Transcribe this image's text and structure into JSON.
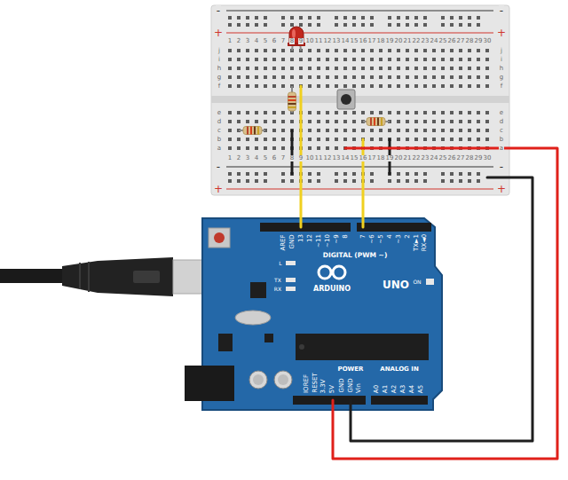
{
  "diagram": {
    "labels": [
      "-",
      "+",
      "-",
      "+",
      "1",
      "2",
      "3",
      "4",
      "5",
      "6",
      "7",
      "8",
      "9",
      "10",
      "11",
      "12",
      "13",
      "14",
      "15",
      "16",
      "17",
      "18",
      "19",
      "20",
      "21",
      "22",
      "23",
      "24",
      "25",
      "26",
      "27",
      "28",
      "29",
      "30",
      "j",
      "i",
      "h",
      "g",
      "f",
      "e",
      "d",
      "c",
      "b",
      "a",
      "j",
      "i",
      "h",
      "g",
      "f",
      "e",
      "d",
      "c",
      "b",
      "a",
      "1",
      "2",
      "3",
      "4",
      "5",
      "6",
      "7",
      "8",
      "9",
      "10",
      "11",
      "12",
      "13",
      "14",
      "15",
      "16",
      "17",
      "18",
      "19",
      "20",
      "21",
      "22",
      "23",
      "24",
      "25",
      "26",
      "27",
      "28",
      "29",
      "30",
      "-",
      "+",
      "-",
      "+",
      "AREF",
      "GND",
      "13",
      "12",
      "~11",
      "~10",
      "~9",
      "8",
      "7",
      "~6",
      "~5",
      "4",
      "~3",
      "2",
      "TX►1",
      "RX◄0",
      "DIGITAL (PWM ~)",
      "L",
      "TX",
      "RX",
      "ARDUINO",
      "UNO",
      "ON",
      "IOREF",
      "RESET",
      "3.3V",
      "5V",
      "GND",
      "GND",
      "Vin",
      "POWER",
      "A0",
      "A1",
      "A2",
      "A3",
      "A4",
      "A5",
      "ANALOG IN"
    ]
  }
}
